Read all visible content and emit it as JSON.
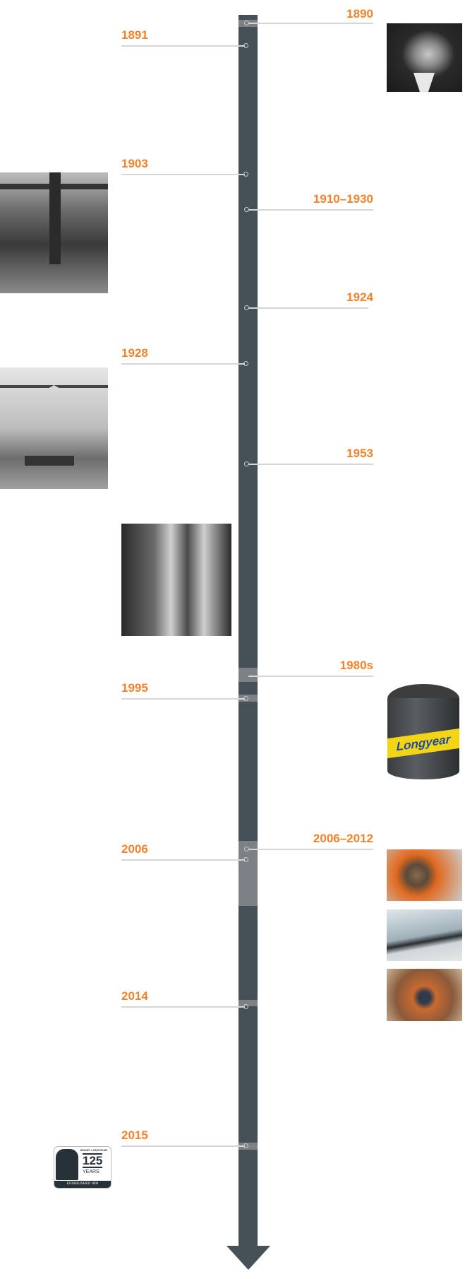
{
  "timeline": {
    "accent_color": "#f5822a",
    "bar_color": "#455057",
    "events": [
      {
        "year": "1890",
        "side": "right"
      },
      {
        "year": "1891",
        "side": "left"
      },
      {
        "year": "1903",
        "side": "left"
      },
      {
        "year": "1910–1930",
        "side": "right"
      },
      {
        "year": "1924",
        "side": "right"
      },
      {
        "year": "1928",
        "side": "left"
      },
      {
        "year": "1953",
        "side": "right"
      },
      {
        "year": "1980s",
        "side": "right"
      },
      {
        "year": "1995",
        "side": "left"
      },
      {
        "year": "2006",
        "side": "left"
      },
      {
        "year": "2006–2012",
        "side": "right"
      },
      {
        "year": "2014",
        "side": "left"
      },
      {
        "year": "2015",
        "side": "left"
      }
    ]
  },
  "logo": {
    "brand": "BOART LONGYEAR",
    "number": "125",
    "word": "YEARS",
    "tagline": "ESTABLISHED 1890"
  },
  "core_bit": {
    "brand": "Longyear"
  }
}
